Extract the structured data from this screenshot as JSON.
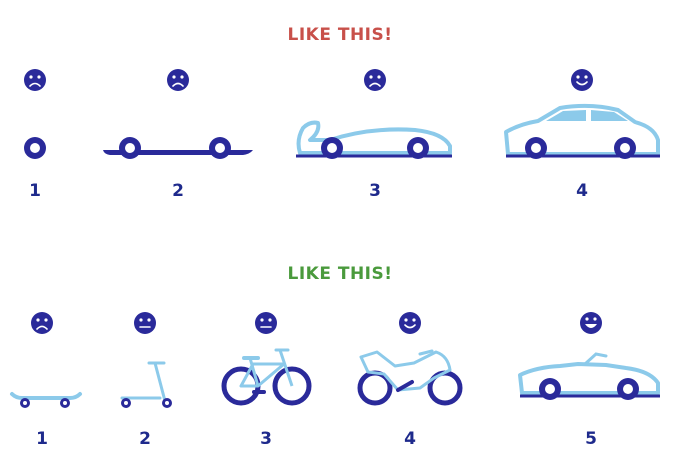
{
  "top_section": {
    "heading": "LIKE THIS!",
    "heading_color": "#c8504a",
    "stages": [
      {
        "number": "1",
        "mood": "sad",
        "vehicle": "single-wheel"
      },
      {
        "number": "2",
        "mood": "sad",
        "vehicle": "wheeled-chassis"
      },
      {
        "number": "3",
        "mood": "sad",
        "vehicle": "car-body-no-cabin"
      },
      {
        "number": "4",
        "mood": "happy",
        "vehicle": "car"
      }
    ]
  },
  "bottom_section": {
    "heading": "LIKE THIS!",
    "heading_color": "#4a9a3c",
    "stages": [
      {
        "number": "1",
        "mood": "sad",
        "vehicle": "skateboard"
      },
      {
        "number": "2",
        "mood": "neutral",
        "vehicle": "kick-scooter"
      },
      {
        "number": "3",
        "mood": "neutral",
        "vehicle": "bicycle"
      },
      {
        "number": "4",
        "mood": "happy",
        "vehicle": "motorcycle"
      },
      {
        "number": "5",
        "mood": "very-happy",
        "vehicle": "convertible-car"
      }
    ]
  },
  "colors": {
    "dark_blue": "#2a2a9a",
    "light_blue": "#8ccaea",
    "number_blue": "#1e2a8c"
  }
}
